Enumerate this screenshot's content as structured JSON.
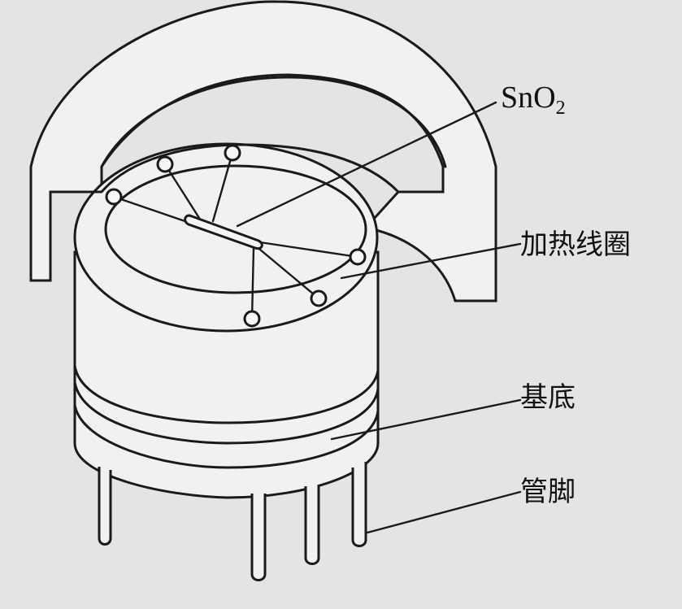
{
  "labels": {
    "sno2_main": "SnO",
    "sno2_sub": "2",
    "heater_coil": "加热线圈",
    "base": "基底",
    "pins": "管脚"
  }
}
